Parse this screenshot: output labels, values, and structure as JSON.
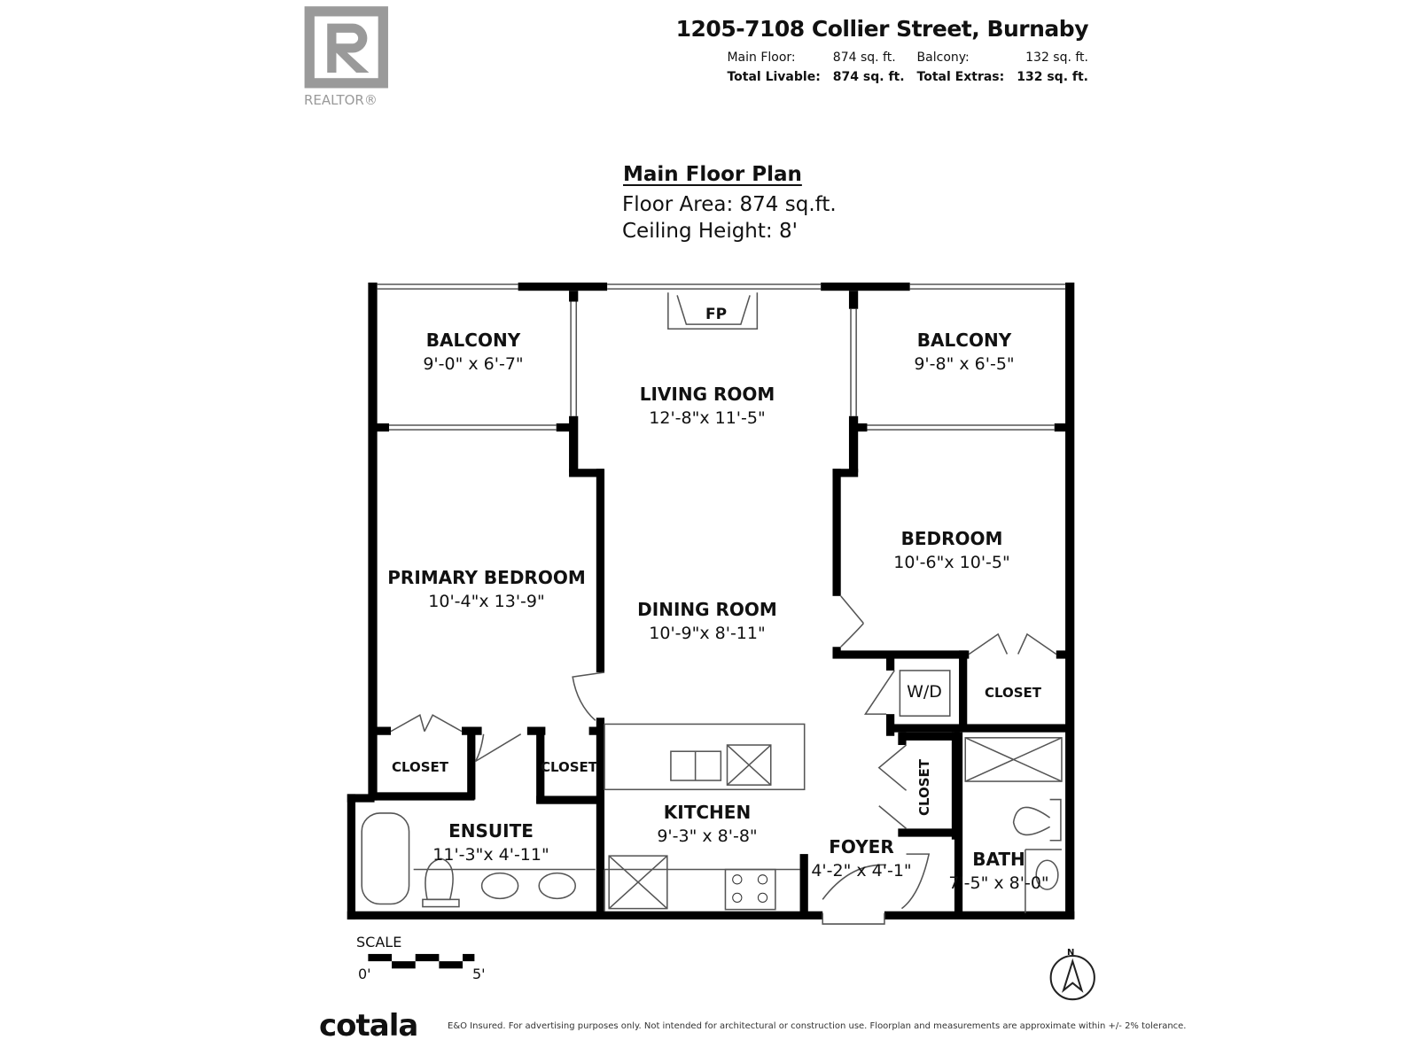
{
  "logo": {
    "brand_text": "REALTOR®",
    "letter": "R",
    "color": "#9a9a9a"
  },
  "header": {
    "address": "1205-7108 Collier Street, Burnaby",
    "main_floor_label": "Main Floor:",
    "main_floor_value": "874 sq. ft.",
    "balcony_label": "Balcony:",
    "balcony_value": "132 sq. ft.",
    "total_livable_label": "Total Livable:",
    "total_livable_value": "874 sq. ft.",
    "total_extras_label": "Total Extras:",
    "total_extras_value": "132 sq. ft."
  },
  "plan": {
    "title": "Main Floor Plan",
    "floor_area": "Floor Area: 874 sq.ft.",
    "ceiling_height": "Ceiling Height: 8'"
  },
  "rooms": {
    "balcony_left": {
      "name": "BALCONY",
      "dims": "9'-0\" x 6'-7\""
    },
    "balcony_right": {
      "name": "BALCONY",
      "dims": "9'-8\" x 6'-5\""
    },
    "living": {
      "name": "LIVING ROOM",
      "dims": "12'-8\"x 11'-5\""
    },
    "fireplace": "FP",
    "primary_bedroom": {
      "name": "PRIMARY BEDROOM",
      "dims": "10'-4\"x 13'-9\""
    },
    "dining": {
      "name": "DINING ROOM",
      "dims": "10'-9\"x 8'-11\""
    },
    "bedroom": {
      "name": "BEDROOM",
      "dims": "10'-6\"x 10'-5\""
    },
    "washer_dryer": "W/D",
    "closet_bedroom": "CLOSET",
    "closet_primary_left": "CLOSET",
    "closet_primary_right": "CLOSET",
    "closet_foyer": "CLOSET",
    "ensuite": {
      "name": "ENSUITE",
      "dims": "11'-3\"x 4'-11\""
    },
    "kitchen": {
      "name": "KITCHEN",
      "dims": "9'-3\" x 8'-8\""
    },
    "foyer": {
      "name": "FOYER",
      "dims": "4'-2\" x 4'-1\""
    },
    "bath": {
      "name": "BATH",
      "dims": "7'-5\" x 8'-0\""
    }
  },
  "scale": {
    "label": "SCALE",
    "start": "0'",
    "end": "5'"
  },
  "compass": {
    "north": "N"
  },
  "footer": {
    "brand": "cotala",
    "disclaimer": "E&O Insured. For advertising purposes only. Not intended for architectural or construction use. Floorplan and measurements are approximate within +/- 2% tolerance."
  }
}
